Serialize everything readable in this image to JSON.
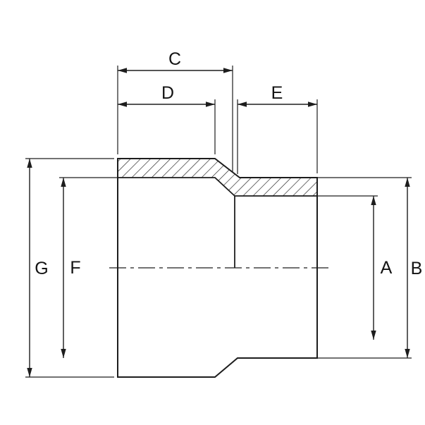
{
  "drawing": {
    "type": "technical-dimension-drawing",
    "colors": {
      "background": "#ffffff",
      "line": "#1d1d1d",
      "label": "#141414"
    },
    "labels": {
      "A": "A",
      "B": "B",
      "C": "C",
      "D": "D",
      "E": "E",
      "F": "F",
      "G": "G"
    }
  }
}
